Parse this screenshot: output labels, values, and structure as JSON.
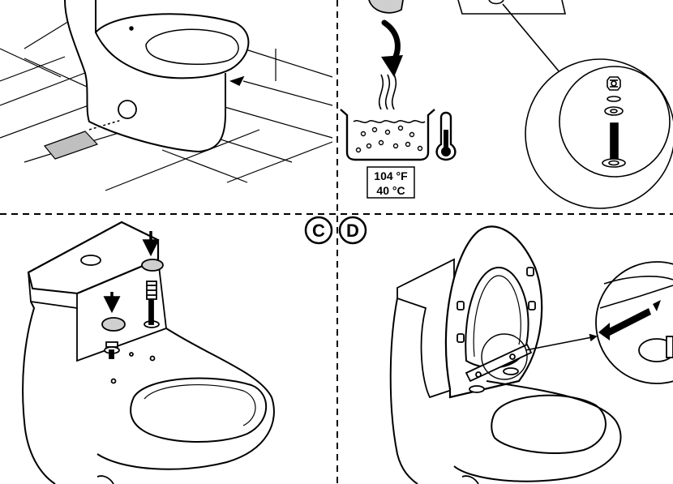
{
  "panels": {
    "top_left": {},
    "top_middle": {
      "temperature_label": {
        "fahrenheit": "104 °F",
        "celsius": "40 °C"
      }
    },
    "top_right": {},
    "bottom_left": {
      "step_badge": "C"
    },
    "bottom_right": {
      "step_badge": "D"
    }
  },
  "colors": {
    "line": "#000000",
    "background": "#ffffff",
    "floor_shade": "#bfbfbf",
    "cap_shade": "#cfcfcf"
  }
}
